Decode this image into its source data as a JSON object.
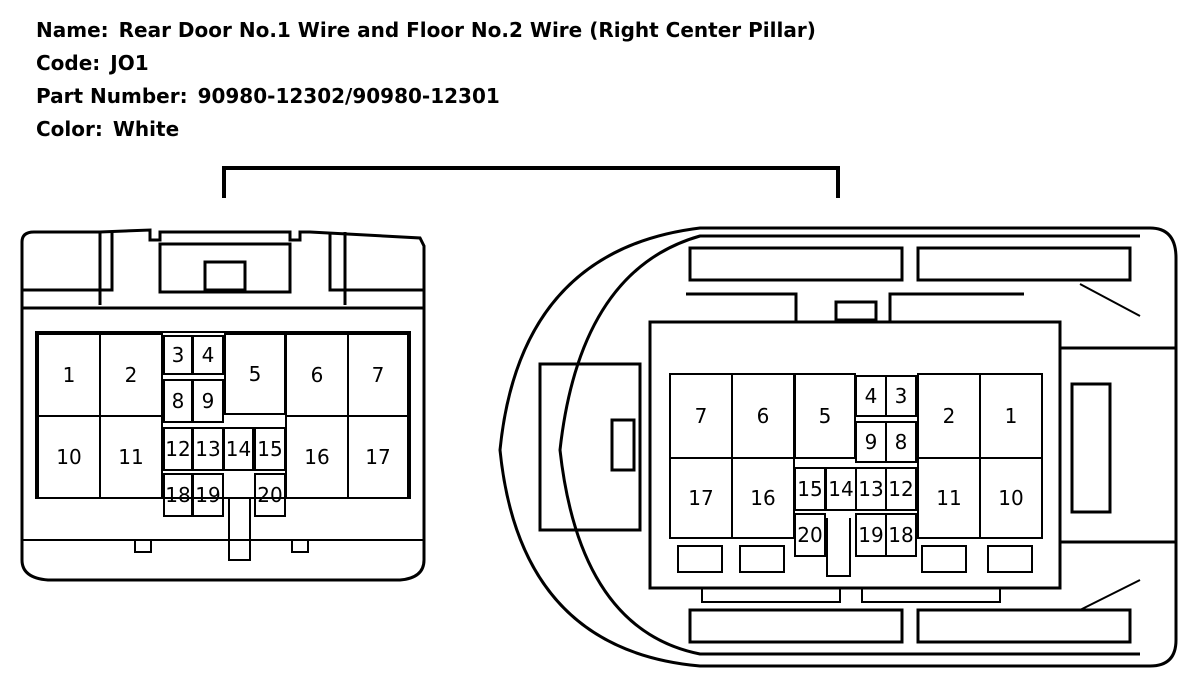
{
  "header": {
    "name_label": "Name:",
    "name_value": "Rear Door No.1 Wire and Floor No.2 Wire (Right Center Pillar)",
    "code_label": "Code:",
    "code_value": "JO1",
    "part_label": "Part Number:",
    "part_value": "90980-12302/90980-12301",
    "color_label": "Color:",
    "color_value": "White"
  },
  "connector_left_pins": [
    "1",
    "2",
    "3",
    "4",
    "5",
    "6",
    "7",
    "8",
    "9",
    "10",
    "11",
    "12",
    "13",
    "14",
    "15",
    "16",
    "17",
    "18",
    "19",
    "20"
  ],
  "connector_right_pins": [
    "1",
    "2",
    "3",
    "4",
    "5",
    "6",
    "7",
    "8",
    "9",
    "10",
    "11",
    "12",
    "13",
    "14",
    "15",
    "16",
    "17",
    "18",
    "19",
    "20"
  ]
}
